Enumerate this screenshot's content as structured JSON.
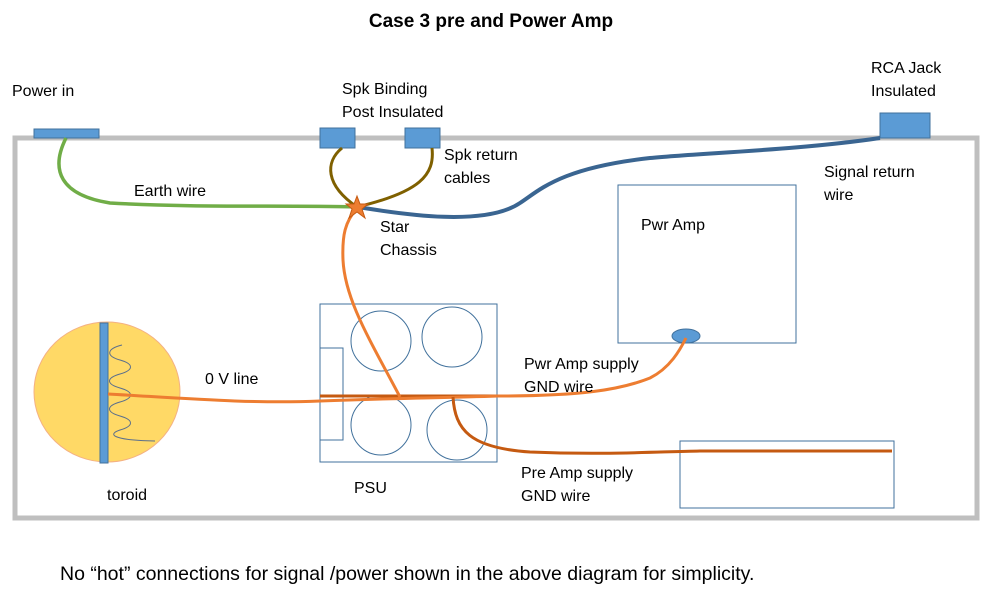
{
  "title": "Case 3 pre and Power Amp",
  "labels": {
    "power_in": "Power in",
    "spk_binding": [
      "Spk Binding",
      "Post Insulated"
    ],
    "rca_jack": [
      "RCA Jack",
      "Insulated"
    ],
    "earth_wire": "Earth wire",
    "spk_return": [
      "Spk return",
      "cables"
    ],
    "signal_return": [
      "Signal return",
      "wire"
    ],
    "star_chassis": [
      "Star",
      "Chassis"
    ],
    "pwr_amp": "Pwr Amp",
    "zero_v_line": "0 V line",
    "pwr_amp_gnd": [
      "Pwr Amp supply",
      "GND wire"
    ],
    "pre_amp_gnd": [
      "Pre Amp supply",
      "GND wire"
    ],
    "toroid": "toroid",
    "psu": "PSU"
  },
  "footnote": "No “hot” connections for signal /power shown in the above diagram for simplicity.",
  "colors": {
    "chassis": "#bfbfbf",
    "connector_fill": "#5b9bd5",
    "connector_stroke": "#41719c",
    "earth_wire": "#70ad47",
    "signal_wire": "#3a6591",
    "spk_wire": "#7f6000",
    "ground_wire": "#ed7d31",
    "pre_amp_wire": "#c55a11",
    "toroid_fill": "#ffd966",
    "box_stroke": "#41719c"
  }
}
